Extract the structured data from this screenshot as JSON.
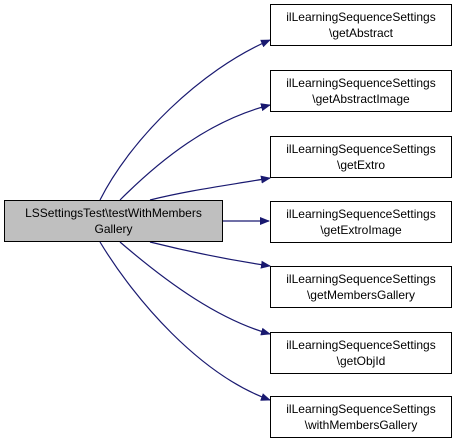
{
  "source": {
    "line1": "LSSettingsTest\\testWithMembers",
    "line2": "Gallery"
  },
  "targets": [
    {
      "line1": "ilLearningSequenceSettings",
      "line2": "\\getAbstract"
    },
    {
      "line1": "ilLearningSequenceSettings",
      "line2": "\\getAbstractImage"
    },
    {
      "line1": "ilLearningSequenceSettings",
      "line2": "\\getExtro"
    },
    {
      "line1": "ilLearningSequenceSettings",
      "line2": "\\getExtroImage"
    },
    {
      "line1": "ilLearningSequenceSettings",
      "line2": "\\getMembersGallery"
    },
    {
      "line1": "ilLearningSequenceSettings",
      "line2": "\\getObjId"
    },
    {
      "line1": "ilLearningSequenceSettings",
      "line2": "\\withMembersGallery"
    }
  ],
  "colors": {
    "edge": "#191970",
    "source_fill": "#bfbfbf",
    "node_border": "#000000"
  }
}
